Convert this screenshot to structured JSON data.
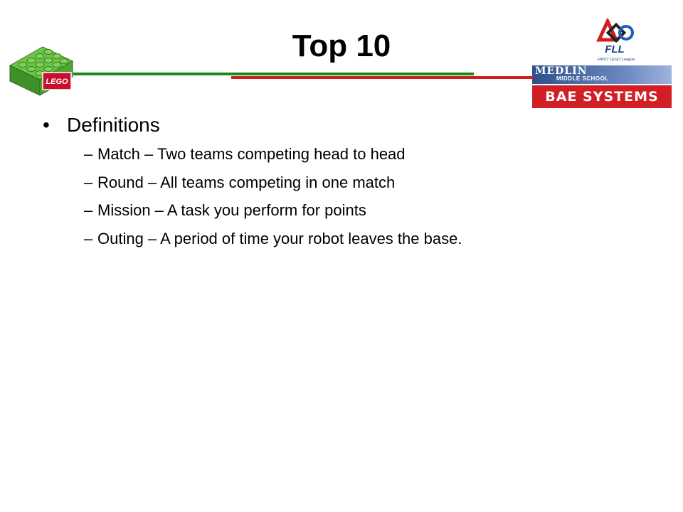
{
  "slide": {
    "title": "Top 10"
  },
  "logos": {
    "lego_text": "LEGO",
    "fll_text": "FLL",
    "fll_caption": "FIRST LEGO League",
    "sponsor_school": "MEDLIN",
    "sponsor_school_sub": "MIDDLE SCHOOL",
    "sponsor_company": "BAE SYSTEMS"
  },
  "colors": {
    "rule_green": "#1a8a1a",
    "rule_red": "#d11f1f",
    "lego_green": "#5fb83a",
    "lego_red": "#c8102e",
    "bae_red": "#d21f26",
    "medlin_blue": "#2e4f8a"
  },
  "content": {
    "bullet": "Definitions",
    "bullet_marker": "•",
    "sub_marker": "–",
    "items": [
      "Match – Two teams competing head to head",
      "Round – All teams competing in one match",
      "Mission – A task you perform for points",
      "Outing – A period of time your robot leaves the base."
    ]
  }
}
